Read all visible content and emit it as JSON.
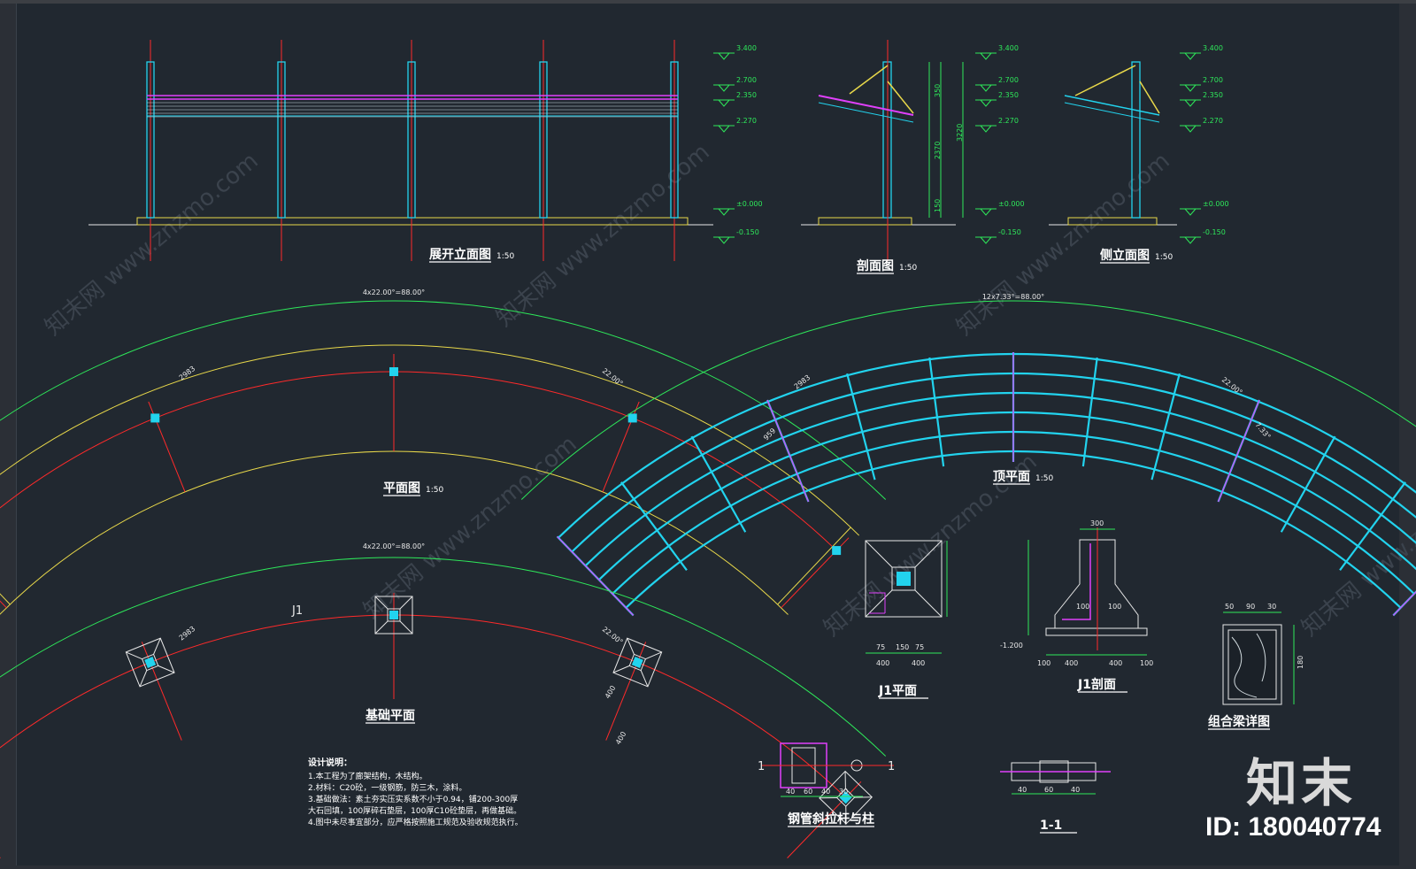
{
  "drawing": {
    "background": "#212830",
    "colors": {
      "post": "#22d3ee",
      "beam_magenta": "#e040fb",
      "axis_red": "#ff2a2a",
      "dim_green": "#2ee85a",
      "edge_yellow": "#e8d84a",
      "white": "#e8e8e8"
    },
    "views": {
      "unfolded_elevation": {
        "title": "展开立面图",
        "scale": "1:50"
      },
      "section": {
        "title": "剖面图",
        "scale": "1:50"
      },
      "side_elevation": {
        "title": "侧立面图",
        "scale": "1:50"
      },
      "floor_plan": {
        "title": "平面图",
        "scale": "1:50",
        "angle_label": "4x22.00°=88.00°",
        "dims": [
          "2983",
          "22.00°"
        ]
      },
      "roof_plan": {
        "title": "顶平面",
        "scale": "1:50",
        "angle_label": "12x7.33°=88.00°",
        "dims": [
          "2983",
          "959",
          "7.33°",
          "22.00°"
        ]
      },
      "foundation_plan": {
        "title": "基础平面",
        "angle_label": "4x22.00°=88.00°",
        "dims": [
          "2983",
          "22.00°",
          "400",
          "400",
          "400",
          "400"
        ],
        "tag": "J1"
      },
      "j1_plan": {
        "title": "J1平面",
        "dims": [
          "75",
          "150",
          "75",
          "400",
          "400"
        ]
      },
      "j1_section": {
        "title": "J1剖面",
        "dims": [
          "300",
          "100",
          "400",
          "400",
          "100",
          "-1.200"
        ]
      },
      "beam_detail": {
        "title": "组合梁详图",
        "dims": [
          "50",
          "90",
          "30",
          "180"
        ]
      },
      "steel_tie": {
        "title": "钢管斜拉杆与柱",
        "dims": [
          "40",
          "60",
          "40",
          "30"
        ]
      },
      "section_1_1": {
        "title": "1-1",
        "dims": [
          "40",
          "60",
          "40"
        ]
      }
    },
    "elevations": [
      "3.400",
      "2.700",
      "2.350",
      "2.270",
      "±0.000",
      "-0.150"
    ],
    "section_dims": [
      "350",
      "2370",
      "3220",
      "150",
      "150"
    ],
    "notes": {
      "heading": "设计说明：",
      "lines": [
        "1.本工程为了廊架结构，木结构。",
        "2.材料：C20砼，一级钢筋，防三木，涂料。",
        "3.基础做法：素土夯实压实系数不小于0.94，铺200-300厚",
        "  大石回填，100厚碎石垫层，100厚C10砼垫层，再做基础。",
        "4.图中未尽事宜部分，应严格按照施工规范及验收规范执行。"
      ]
    }
  },
  "watermark": {
    "site": "www.znzmo.com",
    "brand": "知末网",
    "logo": "知末",
    "id_text": "ID: 180040774"
  }
}
